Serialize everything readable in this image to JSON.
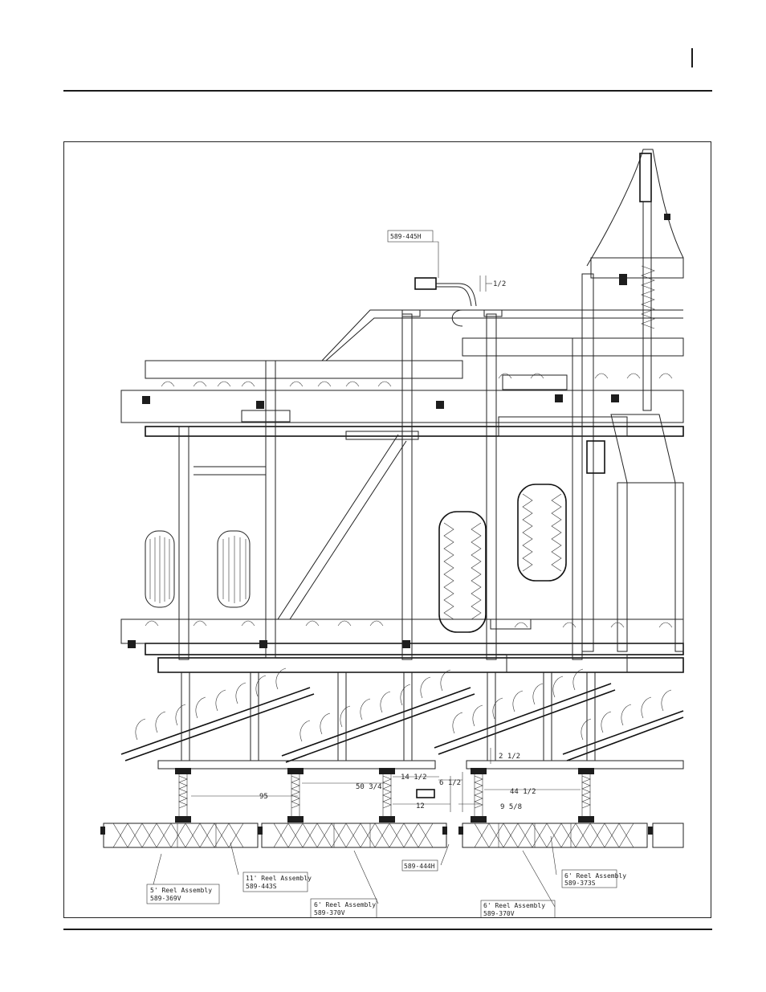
{
  "header": {
    "page_number": ""
  },
  "figure": {
    "callouts": {
      "part_445h": "589-445H",
      "part_444h": "589-444H",
      "reel_5": {
        "line1": "5' Reel Assembly",
        "line2": "589-369V"
      },
      "reel_11": {
        "line1": "11' Reel Assembly",
        "line2": "589-443S"
      },
      "reel_6a": {
        "line1": "6' Reel Assembly",
        "line2": "589-370V"
      },
      "reel_6b": {
        "line1": "6' Reel Assembly",
        "line2": "589-370V"
      },
      "reel_6c": {
        "line1": "6' Reel Assembly",
        "line2": "589-373S"
      }
    },
    "dimensions": {
      "d_half": "1/2",
      "d_2_1_2": "2 1/2",
      "d_14_1_2": "14 1/2",
      "d_50_3_4": "50 3/4",
      "d_6_1_2": "6 1/2",
      "d_44_1_2": "44 1/2",
      "d_95": "95",
      "d_12": "12",
      "d_9_5_8": "9 5/8"
    }
  }
}
